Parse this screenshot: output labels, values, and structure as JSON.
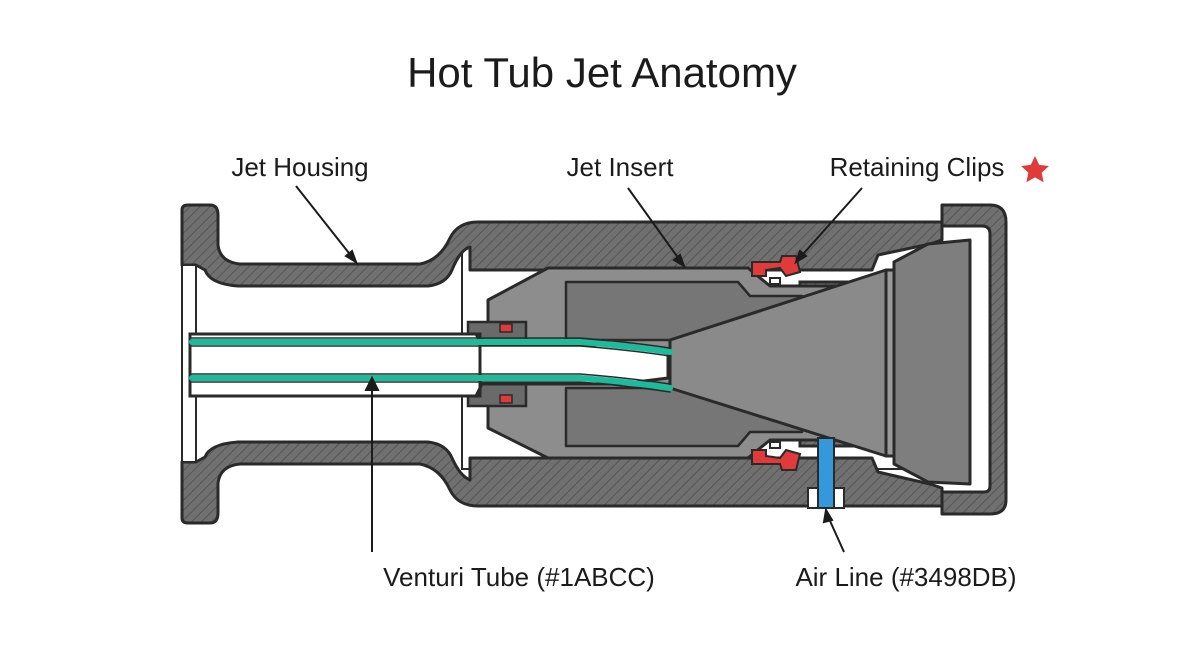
{
  "title": "Hot Tub Jet Anatomy",
  "labels": {
    "jet_housing": "Jet Housing",
    "jet_insert": "Jet Insert",
    "retaining_clips": "Retaining Clips",
    "venturi_tube": "Venturi Tube (#1ABCC)",
    "air_line": "Air Line (#3498DB)"
  },
  "colors": {
    "housing": "#6e6e6e",
    "insert": "#8f8f8f",
    "venturi": "#1ABC9C",
    "air_line": "#3498DB",
    "clips": "#e03a3a",
    "star": "#e03a3a",
    "outline": "#2a2a2a"
  }
}
